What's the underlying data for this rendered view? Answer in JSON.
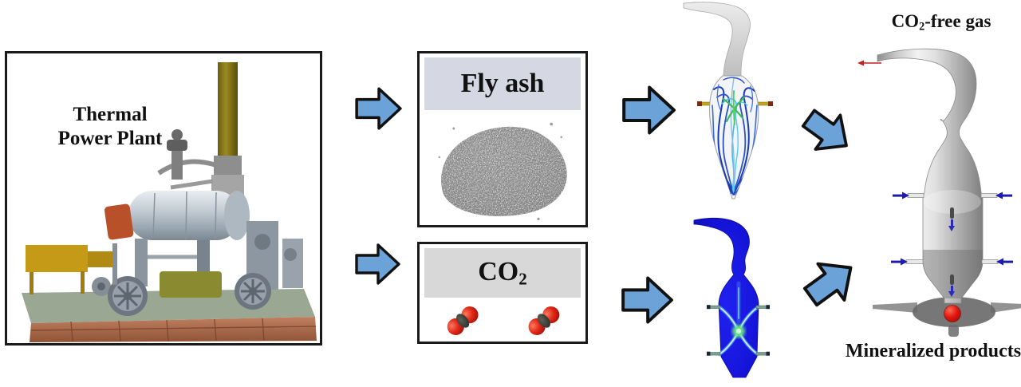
{
  "diagram": {
    "thermal_plant": {
      "label_line1": "Thermal",
      "label_line2": "Power Plant"
    },
    "fly_ash_box": {
      "label": "Fly ash"
    },
    "co2_box": {
      "label_prefix": "CO",
      "label_sub": "2"
    },
    "output_gas": {
      "label_prefix": "CO",
      "label_sub": "2",
      "label_suffix": "-free gas"
    },
    "output_solid": {
      "label": "Mineralized products"
    }
  },
  "icons": {
    "flow_arrow": "blue-block-arrow-right",
    "co2_molecule": "red-oxygen-dark-carbon-molecule",
    "gas_outlet_arrow": "red-arrow-left",
    "feed_inlet_arrow": "blue-arrow-inward",
    "wall_down_arrow": "blue-arrow-down"
  },
  "colors": {
    "background": "#ffffff",
    "box_border": "#1a1a1a",
    "text": "#111111",
    "flow_arrow_fill": "#6BA3D9",
    "flow_arrow_outline": "#111111",
    "fly_ash_banner": "#d5d8e2",
    "co2_banner": "#d8d8d9",
    "cfd_contour_blue": "#1616dd",
    "streamline_blue": "#2c52cc",
    "jet_cyan": "#9feef8",
    "core_green": "#49cc55",
    "vessel_silver": "#c9c9c9",
    "inlet_arrow_blue": "#1c1cae",
    "outlet_arrow_red": "#c22222",
    "product_red": "#e01010",
    "nozzle_yellow": "#c2a51e",
    "ash_gray": "#9c9c9c"
  }
}
